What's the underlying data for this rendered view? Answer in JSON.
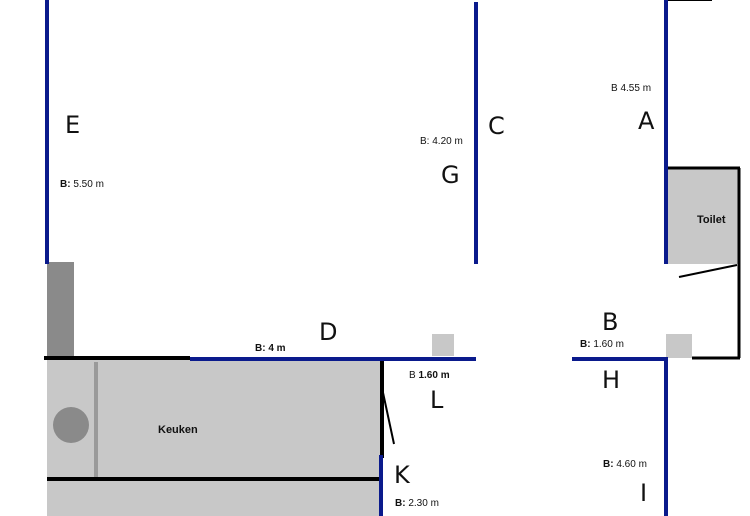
{
  "walls": {
    "A": {
      "letter": "A",
      "prefix": "B",
      "value": "4.55 m"
    },
    "B": {
      "letter": "B",
      "prefix": "B:",
      "value": "1.60 m"
    },
    "C": {
      "letter": "C"
    },
    "G": {
      "letter": "G",
      "prefix": "B:",
      "value": "4.20 m"
    },
    "D": {
      "letter": "D",
      "prefix": "B:",
      "value": "4 m"
    },
    "E": {
      "letter": "E",
      "prefix": "B:",
      "value": "5.50 m"
    },
    "H": {
      "letter": "H"
    },
    "I": {
      "letter": "I",
      "prefix": "B:",
      "value": "4.60 m"
    },
    "K": {
      "letter": "K",
      "prefix": "B:",
      "value": "2.30 m"
    },
    "L": {
      "letter": "L",
      "prefix": "B",
      "value": "1.60 m"
    }
  },
  "rooms": {
    "toilet": "Toilet",
    "keuken": "Keuken"
  },
  "colors": {
    "measured_wall": "#0a1a8c",
    "wall": "#000000",
    "fixture": "#c8c8c8",
    "fixture_dark": "#8a8a8a"
  }
}
